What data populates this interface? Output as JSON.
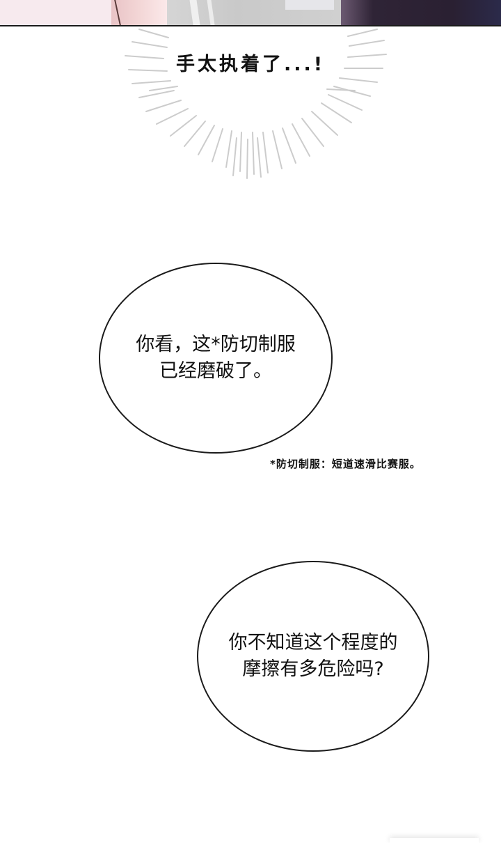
{
  "panels": {
    "top_image": {
      "description": "cropped comic panel artwork"
    },
    "shout": {
      "text": "手太执着了...!"
    },
    "bubble_1": {
      "line1": "你看，这*防切制服",
      "line2": "已经磨破了。"
    },
    "footnote": {
      "text": "*防切制服：短道速滑比赛服。"
    },
    "bubble_2": {
      "line1": "你不知道这个程度的",
      "line2": "摩擦有多危险吗?"
    }
  },
  "colors": {
    "background": "#ffffff",
    "text": "#111111",
    "bubble_border": "#1b1b1b",
    "burst_lines": "#c8c8c8"
  }
}
